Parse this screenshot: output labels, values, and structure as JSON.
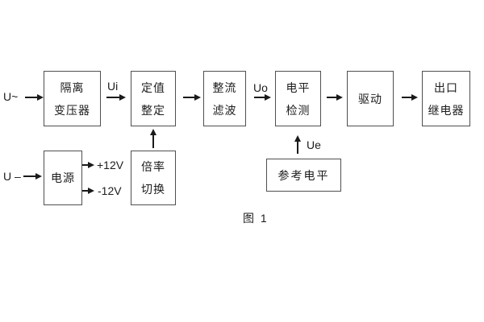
{
  "diagram": {
    "caption": "图 1",
    "inputs": {
      "ac": "U~",
      "dc": "U –"
    },
    "signals": {
      "ui": "Ui",
      "uo": "Uo",
      "ue": "Ue"
    },
    "power_outputs": {
      "pos": "+12V",
      "neg": "-12V"
    },
    "blocks": {
      "isolation_transformer": {
        "line1": "隔离",
        "line2": "变压器"
      },
      "setting_adjust": {
        "line1": "定值",
        "line2": "整定"
      },
      "rectifier_filter": {
        "line1": "整流",
        "line2": "滤波"
      },
      "level_detect": {
        "line1": "电平",
        "line2": "检测"
      },
      "drive": {
        "label": "驱动"
      },
      "output_relay": {
        "line1": "出口",
        "line2": "继电器"
      },
      "power_supply": {
        "label": "电源"
      },
      "ratio_switch": {
        "line1": "倍率",
        "line2": "切换"
      },
      "reference_level": {
        "label": "参考电平"
      }
    },
    "colors": {
      "background": "#ffffff",
      "border": "#4f4f4f",
      "line": "#1a1a1a",
      "text": "#1c1c1c"
    }
  }
}
